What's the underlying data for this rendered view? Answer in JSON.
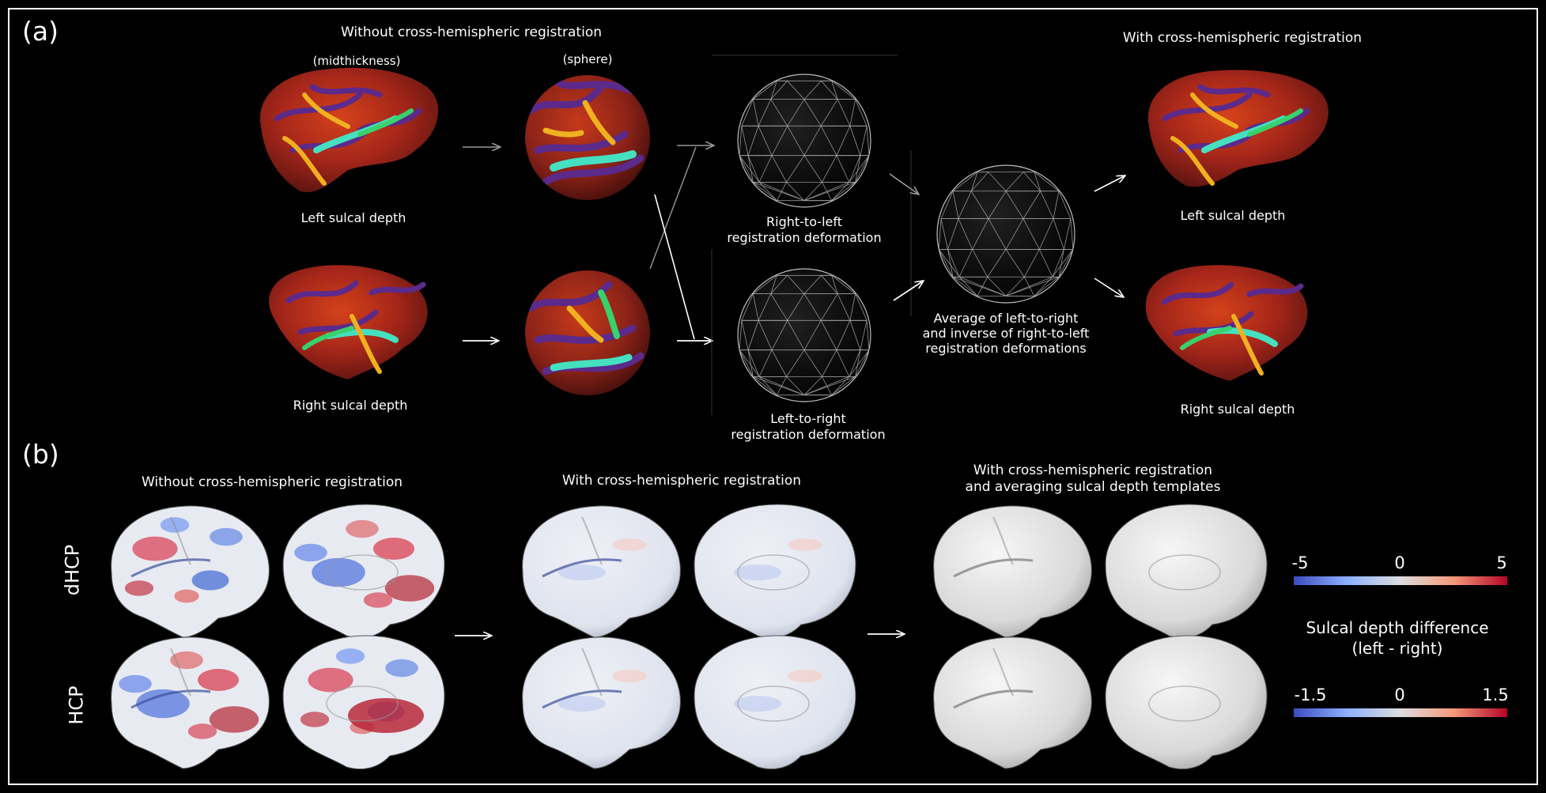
{
  "panel_a": {
    "label": "(a)",
    "without_title": "Without cross-hemispheric registration",
    "with_title": "With cross-hemispheric registration",
    "midthickness": "(midthickness)",
    "sphere": "(sphere)",
    "left_sulcal": "Left sulcal depth",
    "right_sulcal": "Right sulcal depth",
    "r2l_line1": "Right-to-left",
    "r2l_line2": "registration deformation",
    "l2r_line1": "Left-to-right",
    "l2r_line2": "registration deformation",
    "avg_line1": "Average of left-to-right",
    "avg_line2": "and inverse of right-to-left",
    "avg_line3": "registration deformations",
    "left_sulcal_after": "Left sulcal depth",
    "right_sulcal_after": "Right sulcal depth"
  },
  "panel_b": {
    "label": "(b)",
    "col1_title": "Without cross-hemispheric registration",
    "col2_title": "With cross-hemispheric registration",
    "col3_line1": "With cross-hemispheric registration",
    "col3_line2": "and averaging sulcal depth templates",
    "row1": "dHCP",
    "row2": "HCP"
  },
  "colorbars": {
    "top_min": "-5",
    "top_mid": "0",
    "top_max": "5",
    "title_line1": "Sulcal depth difference",
    "title_line2": "(left - right)",
    "bottom_min": "-1.5",
    "bottom_mid": "0",
    "bottom_max": "1.5",
    "colors": {
      "low": "#3b4cc0",
      "mid": "#dddddd",
      "high": "#b40426"
    }
  }
}
